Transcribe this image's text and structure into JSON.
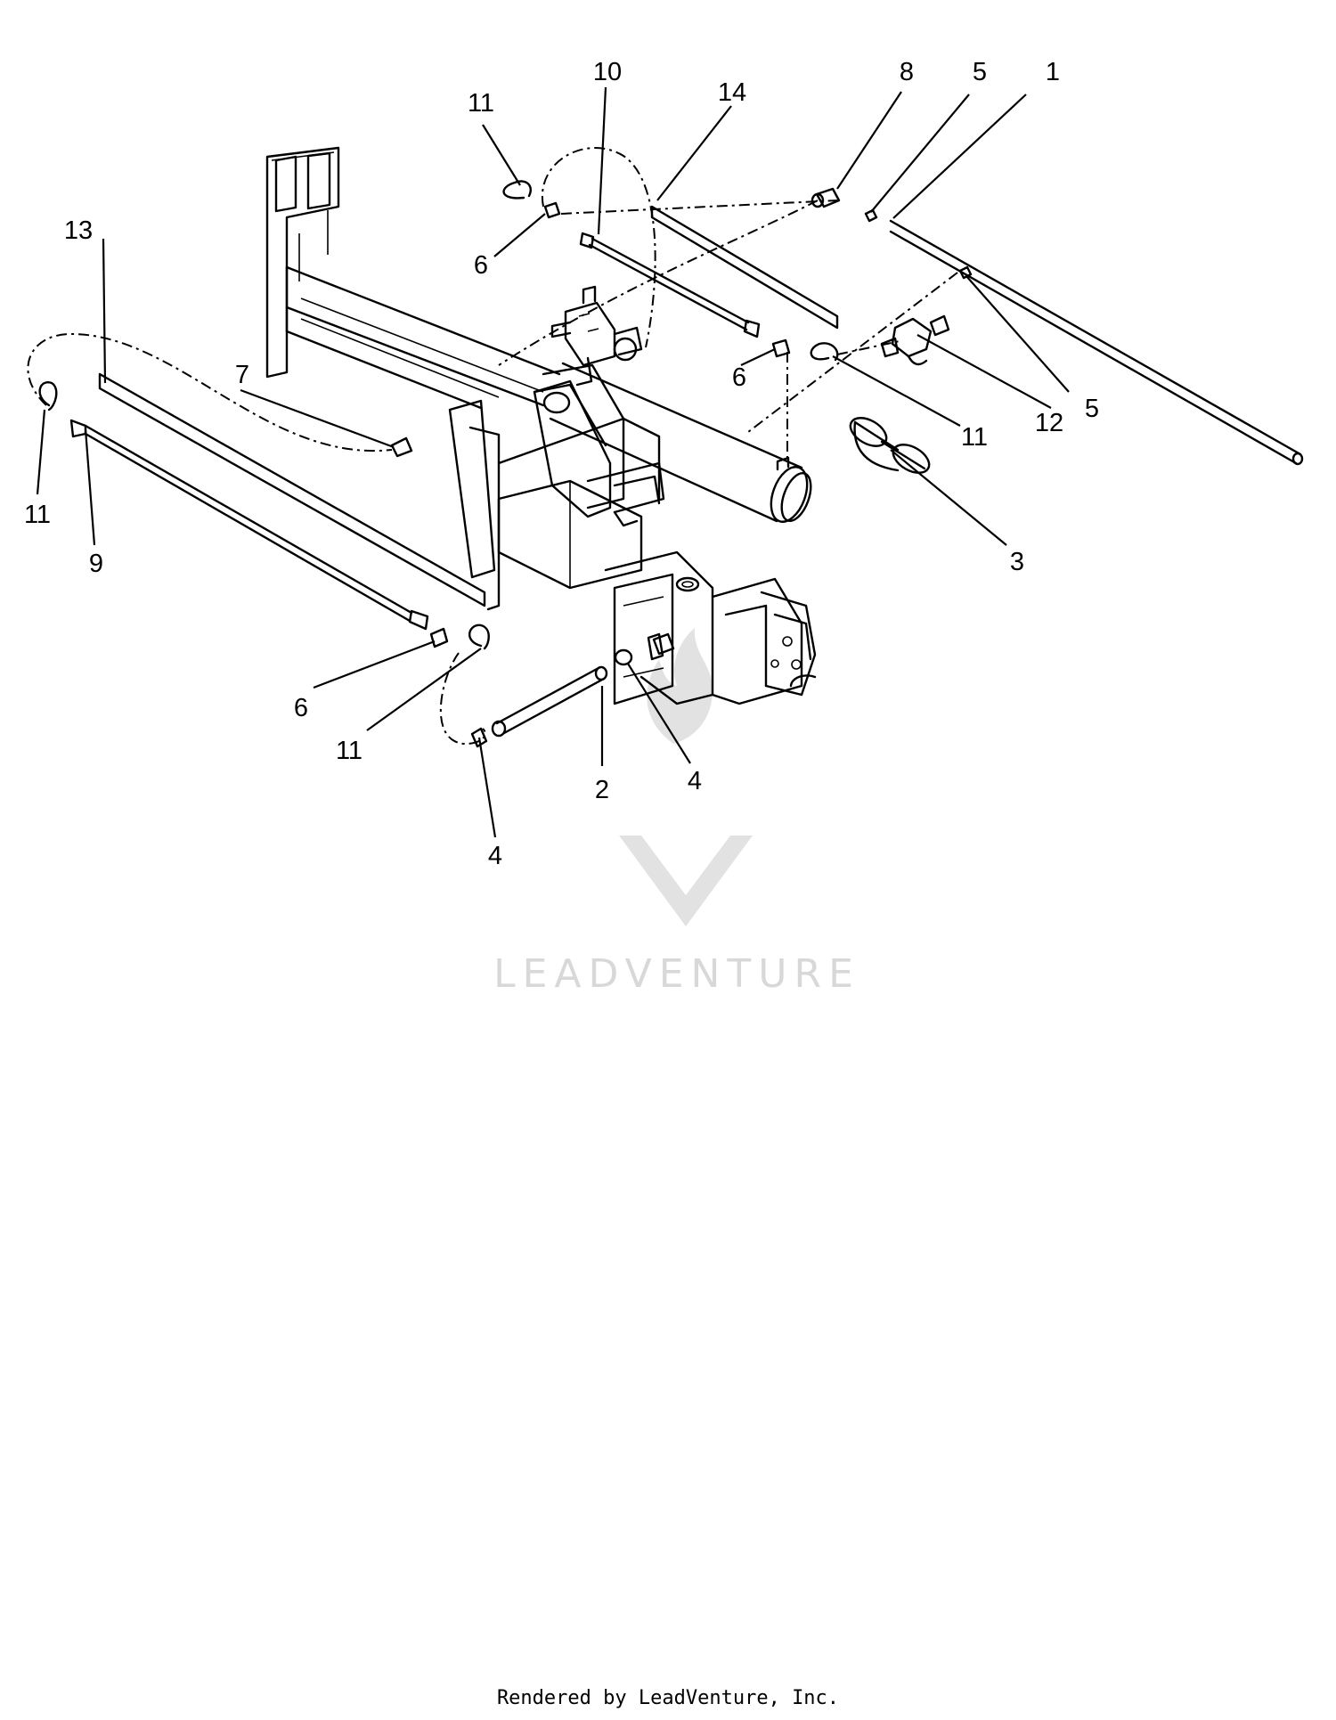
{
  "callouts": [
    {
      "id": "c1",
      "label": "1"
    },
    {
      "id": "c2",
      "label": "2"
    },
    {
      "id": "c3",
      "label": "3"
    },
    {
      "id": "c4a",
      "label": "4"
    },
    {
      "id": "c4b",
      "label": "4"
    },
    {
      "id": "c5a",
      "label": "5"
    },
    {
      "id": "c5b",
      "label": "5"
    },
    {
      "id": "c6a",
      "label": "6"
    },
    {
      "id": "c6b",
      "label": "6"
    },
    {
      "id": "c6c",
      "label": "6"
    },
    {
      "id": "c7",
      "label": "7"
    },
    {
      "id": "c8",
      "label": "8"
    },
    {
      "id": "c9",
      "label": "9"
    },
    {
      "id": "c10",
      "label": "10"
    },
    {
      "id": "c11a",
      "label": "11"
    },
    {
      "id": "c11b",
      "label": "11"
    },
    {
      "id": "c11c",
      "label": "11"
    },
    {
      "id": "c11d",
      "label": "11"
    },
    {
      "id": "c12",
      "label": "12"
    },
    {
      "id": "c13",
      "label": "13"
    },
    {
      "id": "c14",
      "label": "14"
    }
  ],
  "watermark": {
    "text": "LEADVENTURE",
    "color": "#d8d8d8"
  },
  "footer": {
    "text": "Rendered by LeadVenture, Inc."
  }
}
